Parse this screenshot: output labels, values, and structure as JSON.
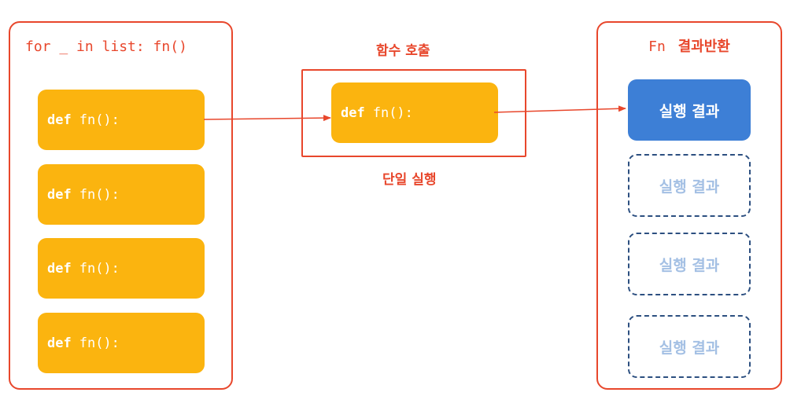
{
  "left_panel": {
    "title": "for _ in list: fn()",
    "items": [
      {
        "keyword": "def",
        "call": "fn():"
      },
      {
        "keyword": "def",
        "call": "fn():"
      },
      {
        "keyword": "def",
        "call": "fn():"
      },
      {
        "keyword": "def",
        "call": "fn():"
      }
    ]
  },
  "middle": {
    "top_label": "함수 호출",
    "bottom_label": "단일 실행",
    "box": {
      "keyword": "def",
      "call": "fn():"
    }
  },
  "right_panel": {
    "title_mono": "Fn",
    "title_text": "결과반환",
    "results": [
      {
        "label": "실행 결과",
        "state": "active"
      },
      {
        "label": "실행 결과",
        "state": "pending"
      },
      {
        "label": "실행 결과",
        "state": "pending"
      },
      {
        "label": "실행 결과",
        "state": "pending"
      }
    ]
  },
  "colors": {
    "accent": "#e8472c",
    "function_box": "#fbb40f",
    "result_active": "#3d7fd6",
    "result_pending_border": "#2c4f80",
    "result_pending_text": "#a4c0e4"
  }
}
